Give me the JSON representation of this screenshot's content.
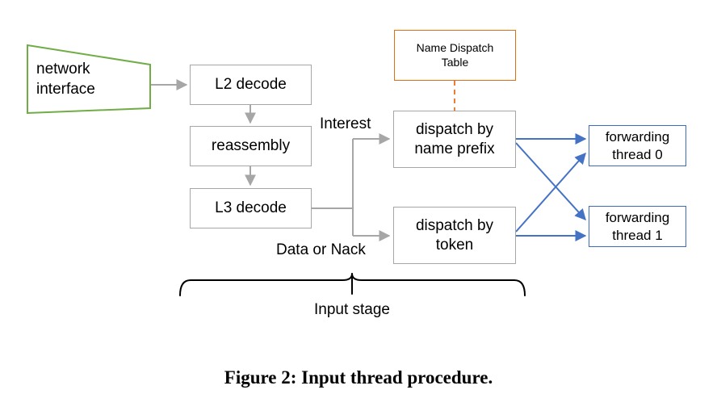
{
  "figure": {
    "caption": "Figure 2: Input thread procedure.",
    "bracket_label": "Input stage"
  },
  "colors": {
    "background": "#ffffff",
    "gray_border": "#a6a6a6",
    "gray_arrow": "#a6a6a6",
    "green_border": "#70ad47",
    "orange_border": "#e0700f",
    "orange_dashed": "#ed7d31",
    "blue_border": "#3b6bbf",
    "blue_arrow": "#4472c4",
    "brace": "#000000",
    "text": "#000000"
  },
  "nodes": {
    "network_interface": {
      "label": "network\ninterface",
      "shape": "trapezoid",
      "color": "green"
    },
    "l2_decode": {
      "label": "L2 decode",
      "shape": "rect",
      "color": "gray"
    },
    "reassembly": {
      "label": "reassembly",
      "shape": "rect",
      "color": "gray"
    },
    "l3_decode": {
      "label": "L3 decode",
      "shape": "rect",
      "color": "gray"
    },
    "name_dispatch_table": {
      "label": "Name Dispatch\nTable",
      "shape": "rect",
      "color": "orange"
    },
    "dispatch_by_name_prefix": {
      "label": "dispatch by\nname prefix",
      "shape": "rect",
      "color": "gray"
    },
    "dispatch_by_token": {
      "label": "dispatch by\ntoken",
      "shape": "rect",
      "color": "gray"
    },
    "forwarding_thread_0": {
      "label": "forwarding\nthread 0",
      "shape": "rect",
      "color": "blue"
    },
    "forwarding_thread_1": {
      "label": "forwarding\nthread 1",
      "shape": "rect",
      "color": "blue"
    }
  },
  "edge_labels": {
    "interest": "Interest",
    "data_or_nack": "Data or Nack"
  },
  "edges": [
    {
      "from": "network_interface",
      "to": "l2_decode",
      "style": "solid",
      "color": "gray"
    },
    {
      "from": "l2_decode",
      "to": "reassembly",
      "style": "solid",
      "color": "gray"
    },
    {
      "from": "reassembly",
      "to": "l3_decode",
      "style": "solid",
      "color": "gray"
    },
    {
      "from": "l3_decode",
      "to": "dispatch_by_name_prefix",
      "label": "Interest",
      "style": "solid",
      "color": "gray"
    },
    {
      "from": "l3_decode",
      "to": "dispatch_by_token",
      "label": "Data or Nack",
      "style": "solid",
      "color": "gray"
    },
    {
      "from": "name_dispatch_table",
      "to": "dispatch_by_name_prefix",
      "style": "dashed",
      "color": "orange"
    },
    {
      "from": "dispatch_by_name_prefix",
      "to": "forwarding_thread_0",
      "style": "solid",
      "color": "blue"
    },
    {
      "from": "dispatch_by_name_prefix",
      "to": "forwarding_thread_1",
      "style": "solid",
      "color": "blue"
    },
    {
      "from": "dispatch_by_token",
      "to": "forwarding_thread_0",
      "style": "solid",
      "color": "blue"
    },
    {
      "from": "dispatch_by_token",
      "to": "forwarding_thread_1",
      "style": "solid",
      "color": "blue"
    }
  ]
}
